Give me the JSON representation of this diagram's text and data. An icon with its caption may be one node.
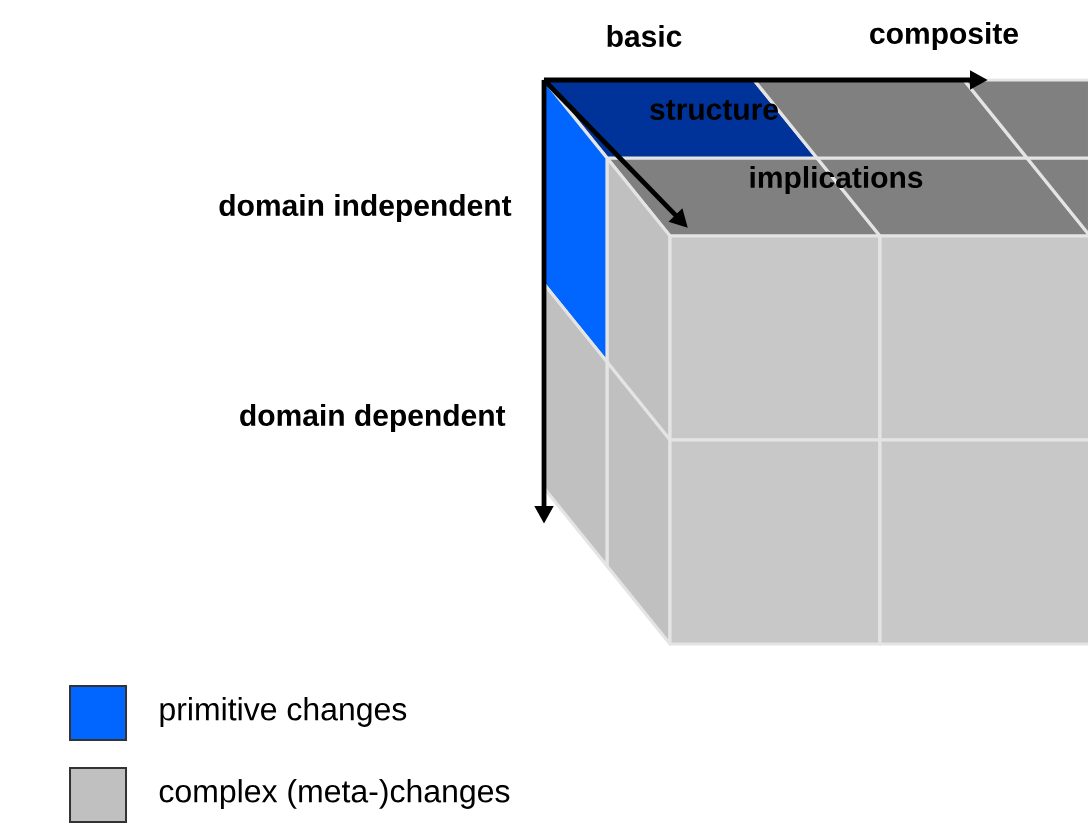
{
  "diagram": {
    "labels": [
      "basic",
      "composite",
      "structure",
      "implications",
      "domain independent",
      "domain dependent"
    ],
    "legend": [
      {
        "text": "primitive changes",
        "color": "#0066ff"
      },
      {
        "text": "complex (meta-)changes",
        "color": "#c0c0c0"
      }
    ]
  }
}
